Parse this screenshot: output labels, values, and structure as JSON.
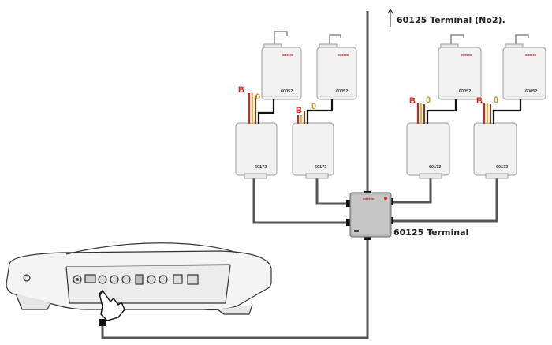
{
  "labels": {
    "terminal_no2": "60125 Terminal (No2).",
    "terminal": "60125 Terminal",
    "wire_b": "B",
    "wire_o": "0",
    "module_60052": "60052",
    "module_60173": "60173",
    "brand": "märklin"
  },
  "colors": {
    "bus": "#555555",
    "wire_red": "#d8231f",
    "wire_yellow": "#e2b33a",
    "wire_brown": "#6b3f1f",
    "wire_black": "#111111",
    "box_fill": "#f2f2f2",
    "terminal_fill": "#b8b8b8"
  },
  "icons": {
    "arrow": "up-arrow-icon",
    "hand": "pointing-hand-icon"
  }
}
